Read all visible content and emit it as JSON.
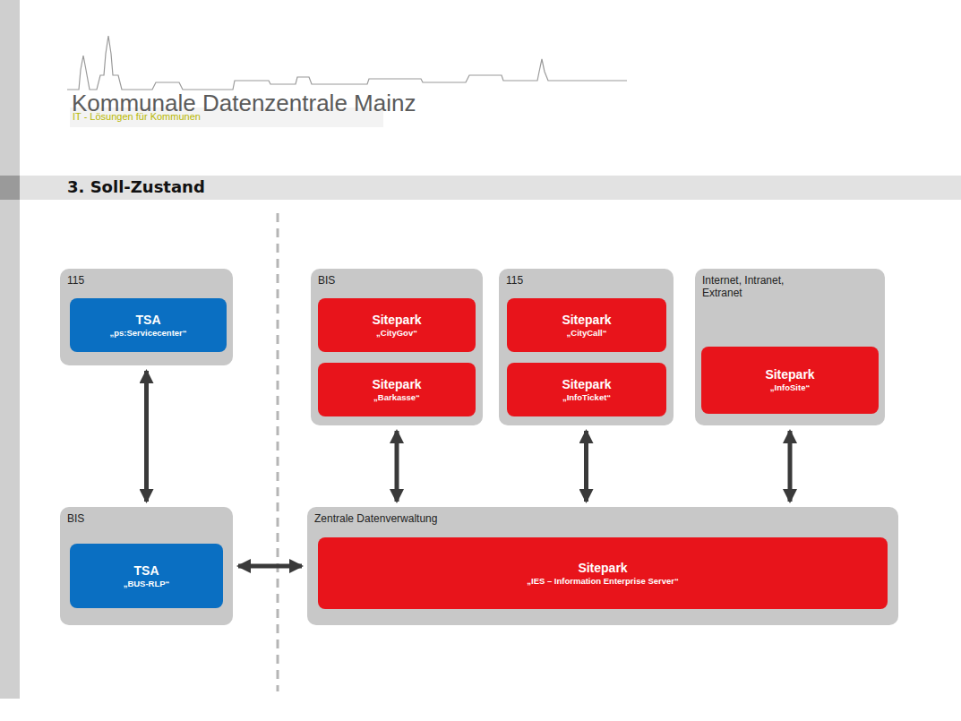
{
  "diagram": {
    "title": "3. Soll-Zustand",
    "nodes": [
      {
        "text": [
          "115"
        ]
      },
      {
        "text": [
          "TSA",
          "„ps:Servicecenter“"
        ],
        "in": 0
      },
      {
        "text": [
          "BIS"
        ]
      },
      {
        "text": [
          "Sitepark",
          "„CityGov“"
        ],
        "in": 2
      },
      {
        "text": [
          "Sitepark",
          "„Barkasse“"
        ],
        "in": 2
      },
      {
        "text": [
          "115"
        ]
      },
      {
        "text": [
          "Sitepark",
          "„CityCall“"
        ],
        "in": 5
      },
      {
        "text": [
          "Sitepark",
          "„InfoTicket“"
        ],
        "in": 5
      },
      {
        "text": [
          "Internet, Intranet, Extranet"
        ]
      },
      {
        "text": [
          "Sitepark",
          "„InfoSite“"
        ],
        "in": 8
      },
      {
        "text": [
          "BIS"
        ]
      },
      {
        "text": [
          "TSA",
          "„BUS-RLP“"
        ],
        "in": 10
      },
      {
        "text": [
          "Zentrale Datenverwaltung"
        ]
      },
      {
        "text": [
          "Sitepark",
          "„IES – Information Enterprise Server“"
        ],
        "in": 12
      }
    ],
    "edges": [
      {
        "from": 0,
        "to": 10,
        "arrow": "both"
      },
      {
        "from": 2,
        "to": 12,
        "arrow": "both"
      },
      {
        "from": 5,
        "to": 12,
        "arrow": "both"
      },
      {
        "from": 8,
        "to": 12,
        "arrow": "both"
      },
      {
        "from": 10,
        "to": 12,
        "arrow": "both"
      }
    ],
    "labels": [
      "Kommunale Datenzentrale Mainz",
      "IT - Lösungen für Kommunen"
    ]
  }
}
